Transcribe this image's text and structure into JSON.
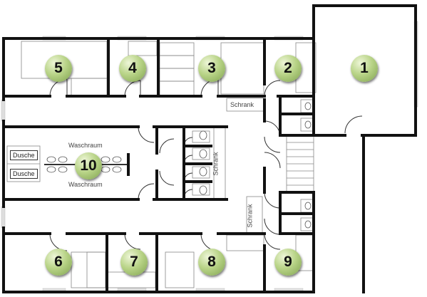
{
  "rooms": [
    {
      "id": "room-1",
      "number": "1"
    },
    {
      "id": "room-2",
      "number": "2"
    },
    {
      "id": "room-3",
      "number": "3"
    },
    {
      "id": "room-4",
      "number": "4"
    },
    {
      "id": "room-5",
      "number": "5"
    },
    {
      "id": "room-6",
      "number": "6"
    },
    {
      "id": "room-7",
      "number": "7"
    },
    {
      "id": "room-8",
      "number": "8"
    },
    {
      "id": "room-9",
      "number": "9"
    },
    {
      "id": "room-10",
      "number": "10"
    }
  ],
  "labels": {
    "schrank_top": "Schrank",
    "schrank_wc": "Schrank",
    "schrank_lower": "Schrank",
    "waschraum_top": "Waschraum",
    "waschraum_bottom": "Waschraum",
    "dusche_top": "Dusche",
    "dusche_bottom": "Dusche"
  },
  "colors": {
    "wall": "#111111",
    "window": "#d7d7d7",
    "marker": "#a9c878"
  }
}
